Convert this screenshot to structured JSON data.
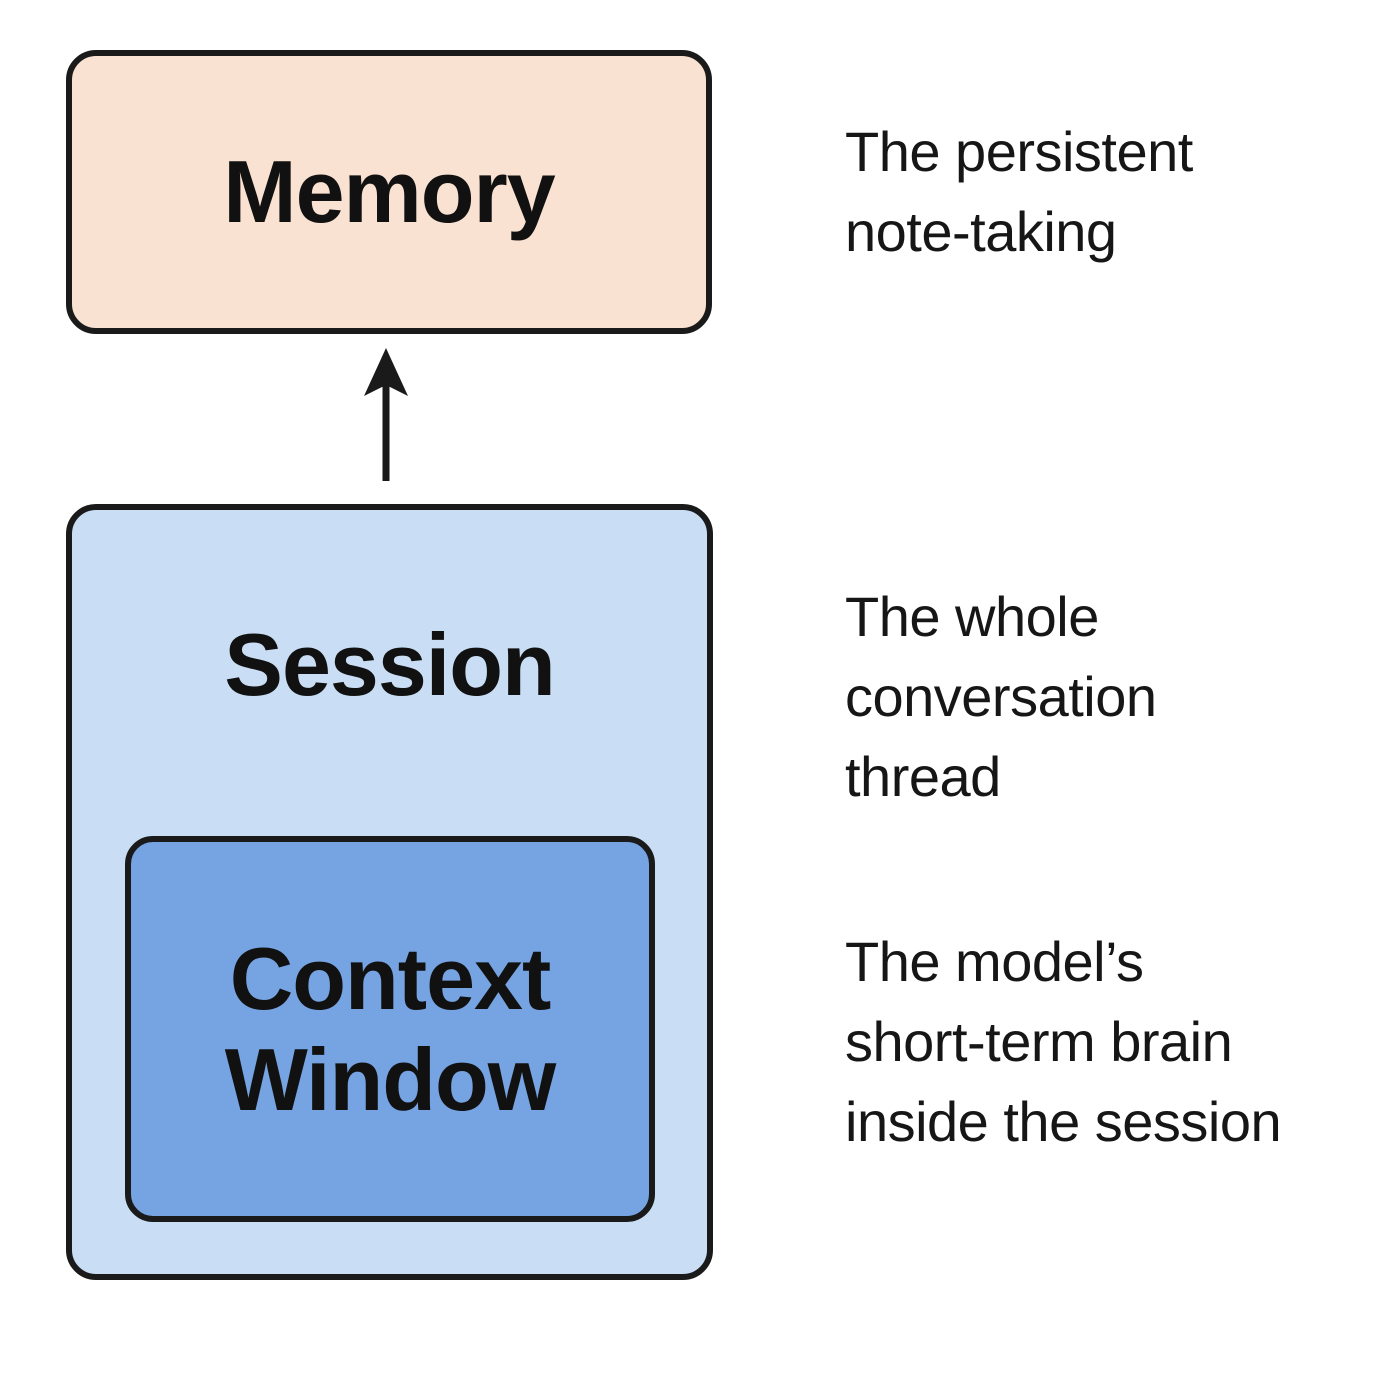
{
  "boxes": {
    "memory": {
      "label": "Memory",
      "fill": "#fae2d2",
      "border": "#1a1a1a"
    },
    "session": {
      "label": "Session",
      "fill": "#c9def4",
      "border": "#1a1a1a"
    },
    "context_window": {
      "label": "Context\nWindow",
      "fill": "#76a3e1",
      "border": "#1a1a1a"
    }
  },
  "annotations": {
    "memory": {
      "text": "The persistent\nnote-taking"
    },
    "session": {
      "text": "The whole\nconversation\nthread"
    },
    "context_window": {
      "text": "The model’s\nshort-term brain\ninside the session"
    }
  },
  "arrow": {
    "from": "Session",
    "to": "Memory",
    "direction": "up",
    "color": "#1a1a1a"
  },
  "colors": {
    "background": "#ffffff",
    "label_text": "#111111",
    "annotation_text": "#161616"
  }
}
